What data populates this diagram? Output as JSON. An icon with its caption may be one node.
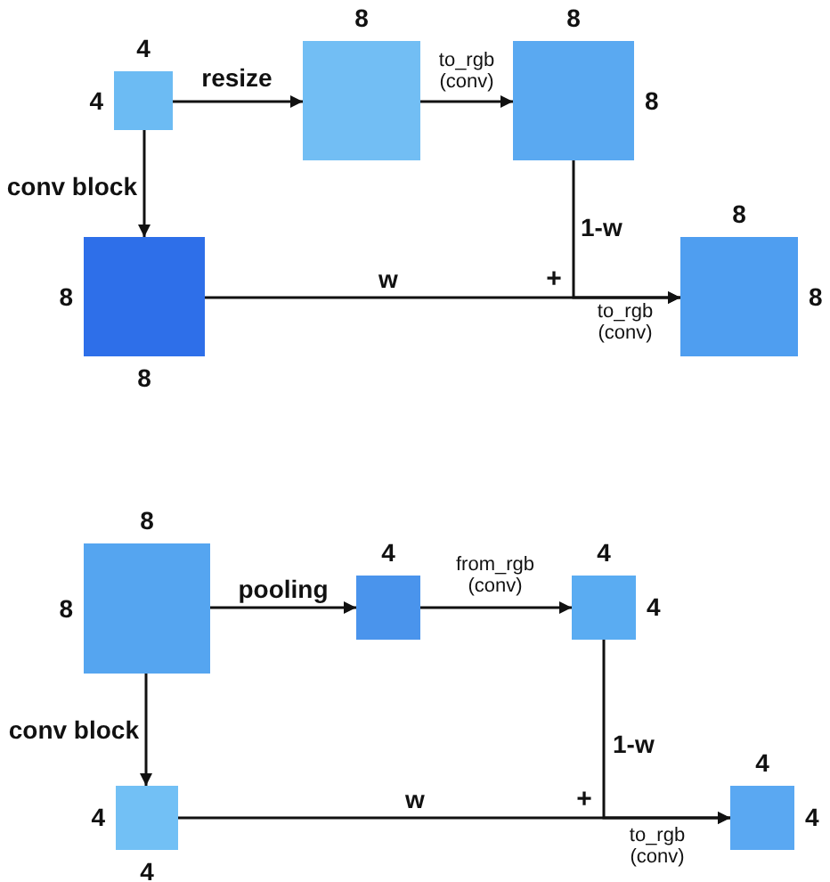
{
  "diagram": {
    "nodes": [
      {
        "text": [],
        "shape": "box",
        "beside": [
          "4",
          "4"
        ]
      },
      {
        "text": [],
        "shape": "box",
        "beside": [
          "8"
        ]
      },
      {
        "text": [],
        "shape": "box",
        "beside": [
          "8",
          "8"
        ]
      },
      {
        "text": [],
        "shape": "box",
        "beside": [
          "8",
          "8"
        ]
      },
      {
        "text": [],
        "shape": "box",
        "beside": [
          "8",
          "8"
        ]
      },
      {
        "text": [],
        "shape": "box",
        "beside": [
          "8",
          "8"
        ]
      },
      {
        "text": [],
        "shape": "box",
        "beside": [
          "4"
        ]
      },
      {
        "text": [],
        "shape": "box",
        "beside": [
          "4",
          "4"
        ]
      },
      {
        "text": [],
        "shape": "box",
        "beside": [
          "4",
          "4"
        ]
      },
      {
        "text": [],
        "shape": "box",
        "beside": [
          "4",
          "4"
        ]
      }
    ],
    "edges": [
      {
        "from": 0,
        "to": 1,
        "arrow": "to",
        "label": "resize"
      },
      {
        "from": 1,
        "to": 2,
        "arrow": "to",
        "label": "to_rgb (conv)"
      },
      {
        "from": 0,
        "to": 3,
        "arrow": "to",
        "label": "conv block"
      },
      {
        "from": 2,
        "to": 4,
        "arrow": "to",
        "label": "1-w"
      },
      {
        "from": 3,
        "to": 4,
        "arrow": "to",
        "label": "w"
      },
      {
        "from": 5,
        "to": 6,
        "arrow": "to",
        "label": "pooling"
      },
      {
        "from": 6,
        "to": 7,
        "arrow": "to",
        "label": "from_rgb (conv)"
      },
      {
        "from": 5,
        "to": 8,
        "arrow": "to",
        "label": "conv block"
      },
      {
        "from": 7,
        "to": 9,
        "arrow": "to",
        "label": "1-w"
      },
      {
        "from": 8,
        "to": 9,
        "arrow": "to",
        "label": "w"
      }
    ],
    "labels": [
      "+",
      "to_rgb (conv)",
      "+",
      "to_rgb (conv)"
    ]
  }
}
